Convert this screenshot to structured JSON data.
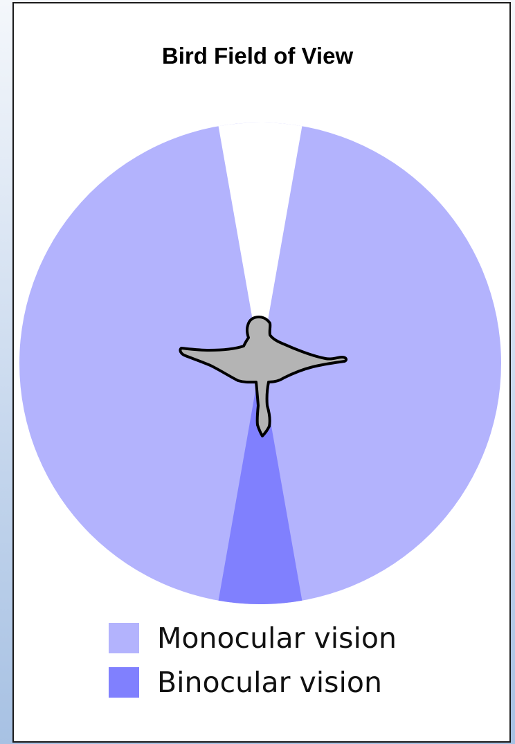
{
  "title": "Bird Field of View",
  "fields": {
    "monocular_color": "#b3b3fd",
    "binocular_color": "#8080fe",
    "blind_color": "#ffffff",
    "blind_spot_deg": 20,
    "binocular_deg": 20
  },
  "bird_icon": {
    "name": "bird-silhouette-icon",
    "fill": "#b4b4b4",
    "stroke": "#000000"
  },
  "legend": [
    {
      "label": "Monocular vision",
      "color": "#b3b3fd"
    },
    {
      "label": "Binocular vision",
      "color": "#8080fe"
    }
  ]
}
